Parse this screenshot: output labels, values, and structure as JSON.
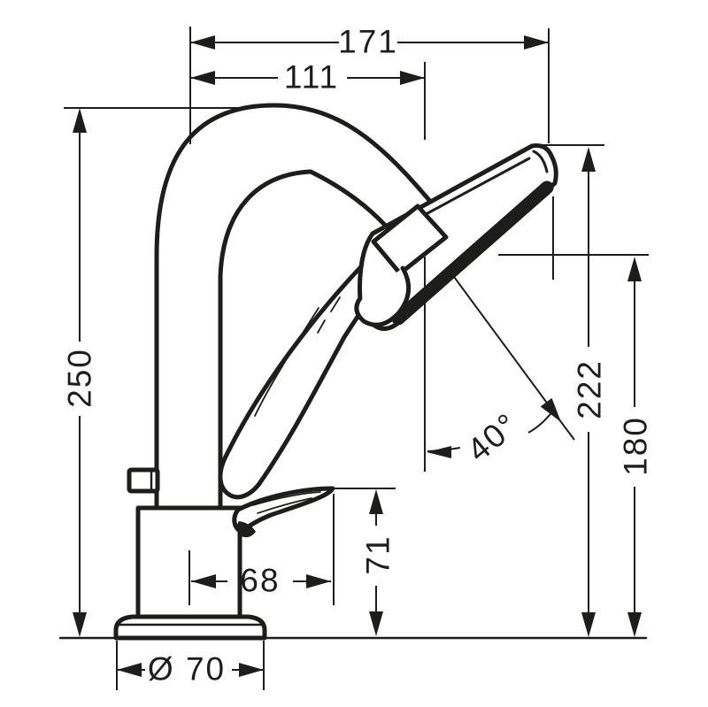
{
  "meta": {
    "colors": {
      "ink": "#1d1d1b",
      "background": "#ffffff"
    }
  },
  "dimensions": {
    "overall_width": "171",
    "spout_reach": "111",
    "overall_height": "250",
    "shower_top_height": "222",
    "spray_face_height": "180",
    "shower_angle": "40°",
    "lever_height": "71",
    "lever_reach": "68",
    "base_diameter": "Ø 70"
  }
}
